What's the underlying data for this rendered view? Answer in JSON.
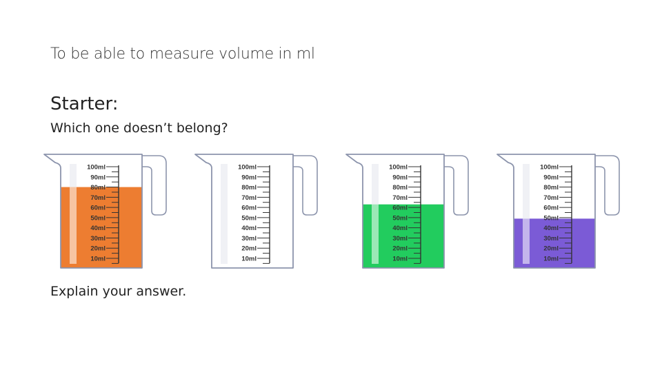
{
  "slide": {
    "objective": "To be able to measure volume in ml",
    "starter_heading": "Starter:",
    "question": "Which one doesn’t belong?",
    "prompt": "Explain your answer."
  },
  "scale_labels": [
    "100ml",
    "90ml",
    "80ml",
    "70ml",
    "60ml",
    "50ml",
    "40ml",
    "30ml",
    "20ml",
    "10ml"
  ],
  "jugs": [
    {
      "name": "jug-orange",
      "fill_color": "#ED7D31",
      "level_ml": 80
    },
    {
      "name": "jug-empty",
      "fill_color": "#ffffff",
      "level_ml": 0
    },
    {
      "name": "jug-green",
      "fill_color": "#22CC5E",
      "level_ml": 63
    },
    {
      "name": "jug-purple",
      "fill_color": "#7B5BD6",
      "level_ml": 49
    }
  ]
}
